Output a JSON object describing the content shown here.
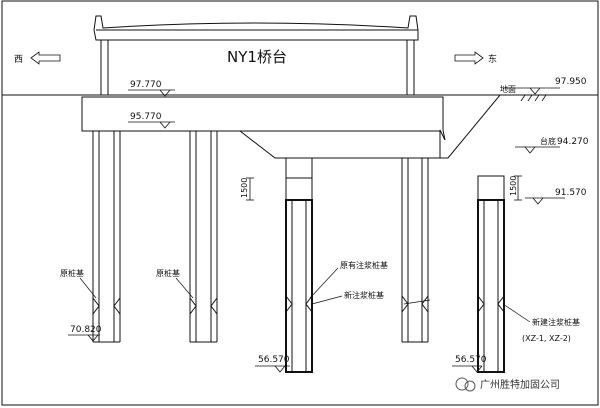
{
  "title": "NY1桥台",
  "direction_west": "西",
  "direction_east": "东",
  "ground_label": "地面",
  "elevations": {
    "cap_top": "97.770",
    "cap_bottom": "95.770",
    "ground": "97.950",
    "layer1": "94.270",
    "layer2": "91.570",
    "left_pile_tip": "70.820",
    "mid_pile_tip": "56.570",
    "right_pile_tip": "56.570"
  },
  "layer1_label": "台底",
  "dims": {
    "a": "1500",
    "b": "1500"
  },
  "pile_labels": {
    "original_1": "原桩基",
    "original_2": "原桩基",
    "existing_reinforced": "原有注浆桩基",
    "new_reinforced": "新注浆桩基",
    "new_pile": "新建注浆桩基",
    "new_pile_codes": "(XZ-1, XZ-2)"
  },
  "watermark": "广州胜特加固公司",
  "colors": {
    "line": "#111111",
    "bg": "#ffffff"
  }
}
